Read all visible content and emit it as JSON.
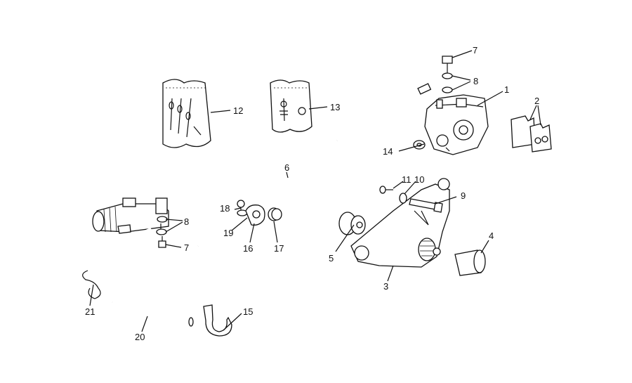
{
  "diagram": {
    "colors": {
      "ink": "#111111",
      "paper": "#ffffff"
    },
    "callouts": [
      "1",
      "2",
      "3",
      "4",
      "5",
      "6",
      "7",
      "8",
      "9",
      "10",
      "11",
      "12",
      "13",
      "14",
      "15",
      "16",
      "17",
      "18",
      "19",
      "20",
      "21",
      "8",
      "7"
    ]
  }
}
